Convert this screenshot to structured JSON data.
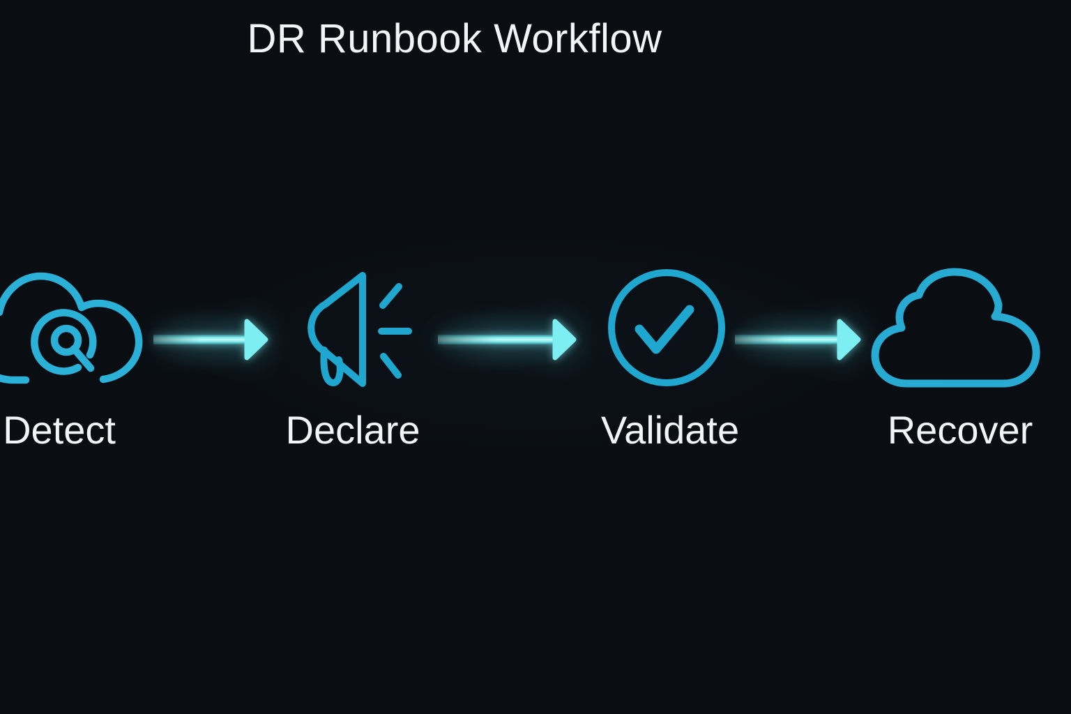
{
  "title": "DR Runbook Workflow",
  "colors": {
    "background": "#0a0d12",
    "text": "#f2f5f7",
    "icon-stroke": "#1fa7cf",
    "detect-stroke": "#2bb0d8",
    "recover-stroke": "#28abd3",
    "arrow-fill": "#7deef2",
    "arrow-core": "#c9f8f2",
    "arrow-dim": "#35858c"
  },
  "steps": [
    {
      "label": "Detect",
      "icon": "cloud-search-icon"
    },
    {
      "label": "Declare",
      "icon": "megaphone-icon"
    },
    {
      "label": "Validate",
      "icon": "check-circle-icon"
    },
    {
      "label": "Recover",
      "icon": "cloud-icon"
    }
  ],
  "connectors": [
    {
      "from": "Detect",
      "to": "Declare"
    },
    {
      "from": "Declare",
      "to": "Validate"
    },
    {
      "from": "Validate",
      "to": "Recover"
    }
  ]
}
